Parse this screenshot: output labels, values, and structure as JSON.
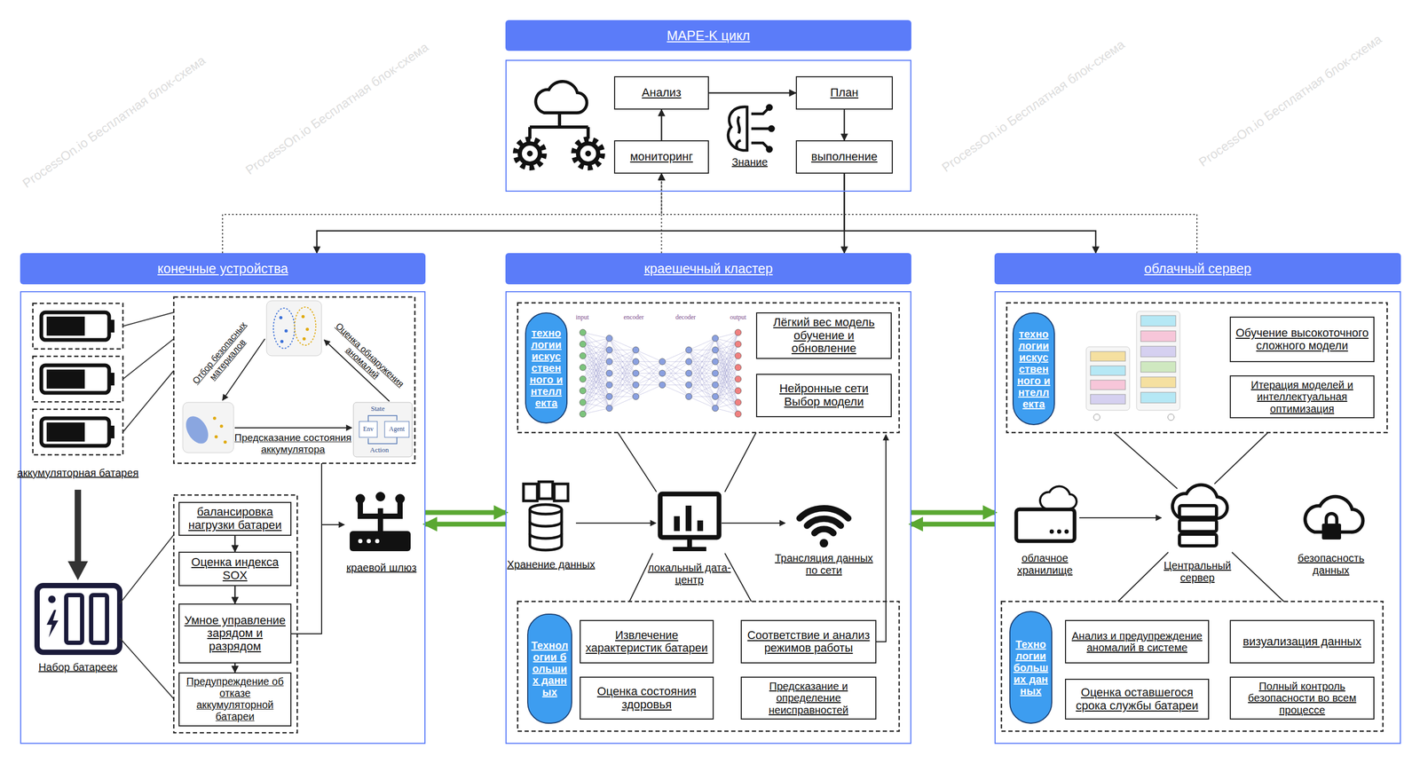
{
  "diagram": {
    "nodes": [
      {
        "text": [
          "MAPE-K цикл"
        ]
      },
      {
        "text": [
          "Анализ"
        ],
        "in": 0
      },
      {
        "text": [
          "План"
        ],
        "in": 0
      },
      {
        "text": [
          "мониторинг"
        ],
        "in": 0
      },
      {
        "text": [
          "выполнение"
        ],
        "in": 0
      },
      {
        "text": [
          "конечные устройства"
        ]
      },
      {
        "text": [
          "балансировка нагрузки батареи"
        ],
        "in": 5
      },
      {
        "text": [
          "Оценка индекса SOX"
        ],
        "in": 5
      },
      {
        "text": [
          "Умное управление зарядом и разрядом"
        ],
        "in": 5
      },
      {
        "text": [
          "Предупреждение об отказе аккумуляторной батареи"
        ],
        "in": 5
      },
      {
        "text": [
          "краешечный кластер"
        ]
      },
      {
        "text": [
          "технологии искусственного интеллекта"
        ],
        "in": 10
      },
      {
        "text": [
          "Лёгкий вес модель обучение и обновление"
        ],
        "in": 10
      },
      {
        "text": [
          "Нейронные сети Выбор модели"
        ],
        "in": 10
      },
      {
        "text": [
          "Технологии больших данных"
        ],
        "in": 10
      },
      {
        "text": [
          "Извлечение характеристик батареи"
        ],
        "in": 10
      },
      {
        "text": [
          "Соответствие и анализ режимов работы"
        ],
        "in": 10
      },
      {
        "text": [
          "Оценка состояния здоровья"
        ],
        "in": 10
      },
      {
        "text": [
          "Предсказание и определение неисправностей"
        ],
        "in": 10
      },
      {
        "text": [
          "облачный сервер"
        ]
      },
      {
        "text": [
          "технологии искусственного интеллекта"
        ],
        "in": 19
      },
      {
        "text": [
          "Обучение высокоточного сложного модели"
        ],
        "in": 19
      },
      {
        "text": [
          "Итерация моделей и интеллектуальная оптимизация"
        ],
        "in": 19
      },
      {
        "text": [
          "Технологии больших данных"
        ],
        "in": 19
      },
      {
        "text": [
          "Анализ и предупреждение аномалий в системе"
        ],
        "in": 19
      },
      {
        "text": [
          "визуализация данных"
        ],
        "in": 19
      },
      {
        "text": [
          "Оценка оставшегося срока службы батареи"
        ],
        "in": 19
      },
      {
        "text": [
          "Полный контроль безопасности во всем процессе"
        ],
        "in": 19
      }
    ],
    "edges": [
      {
        "from": 3,
        "to": 1,
        "arrow": "to"
      },
      {
        "from": 1,
        "to": 2,
        "arrow": "to"
      },
      {
        "from": 2,
        "to": 4,
        "arrow": "to"
      },
      {
        "from": 4,
        "to": 5,
        "arrow": "to"
      },
      {
        "from": 4,
        "to": 10,
        "arrow": "to"
      },
      {
        "from": 4,
        "to": 19,
        "arrow": "to"
      },
      {
        "from": 5,
        "to": 3,
        "arrow": "to"
      },
      {
        "from": 10,
        "to": 3,
        "arrow": "to"
      },
      {
        "from": 19,
        "to": 3,
        "arrow": "to"
      },
      {
        "from": 6,
        "to": 7,
        "arrow": "to"
      },
      {
        "from": 7,
        "to": 8,
        "arrow": "to"
      },
      {
        "from": 8,
        "to": 9,
        "arrow": "to"
      },
      {
        "from": 5,
        "to": 10,
        "arrow": "both"
      },
      {
        "from": 10,
        "to": 19,
        "arrow": "both"
      }
    ],
    "labels": [
      "Знание",
      "аккумуляторная батарея",
      "Отбор безопасных материалов",
      "Оценка обнаружения аномалий",
      "Предсказание состояния аккумулятора",
      "State",
      "Env",
      "Agent",
      "Action",
      "Набор батареек",
      "краевой шлюз",
      "input",
      "encoder",
      "decoder",
      "output",
      "Хранение данных",
      "локальный дата-центр",
      "Трансляция данных по сети",
      "облачное хранилище",
      "Центральный сервер",
      "безопасность данных",
      "ProcessOn.io Бесплатная блок-схема",
      "ProcessOn.io Бесплатная блок-схема",
      "ProcessOn.io Бесплатная блок-схема",
      "ProcessOn.io Бесплатная блок-схема"
    ]
  }
}
